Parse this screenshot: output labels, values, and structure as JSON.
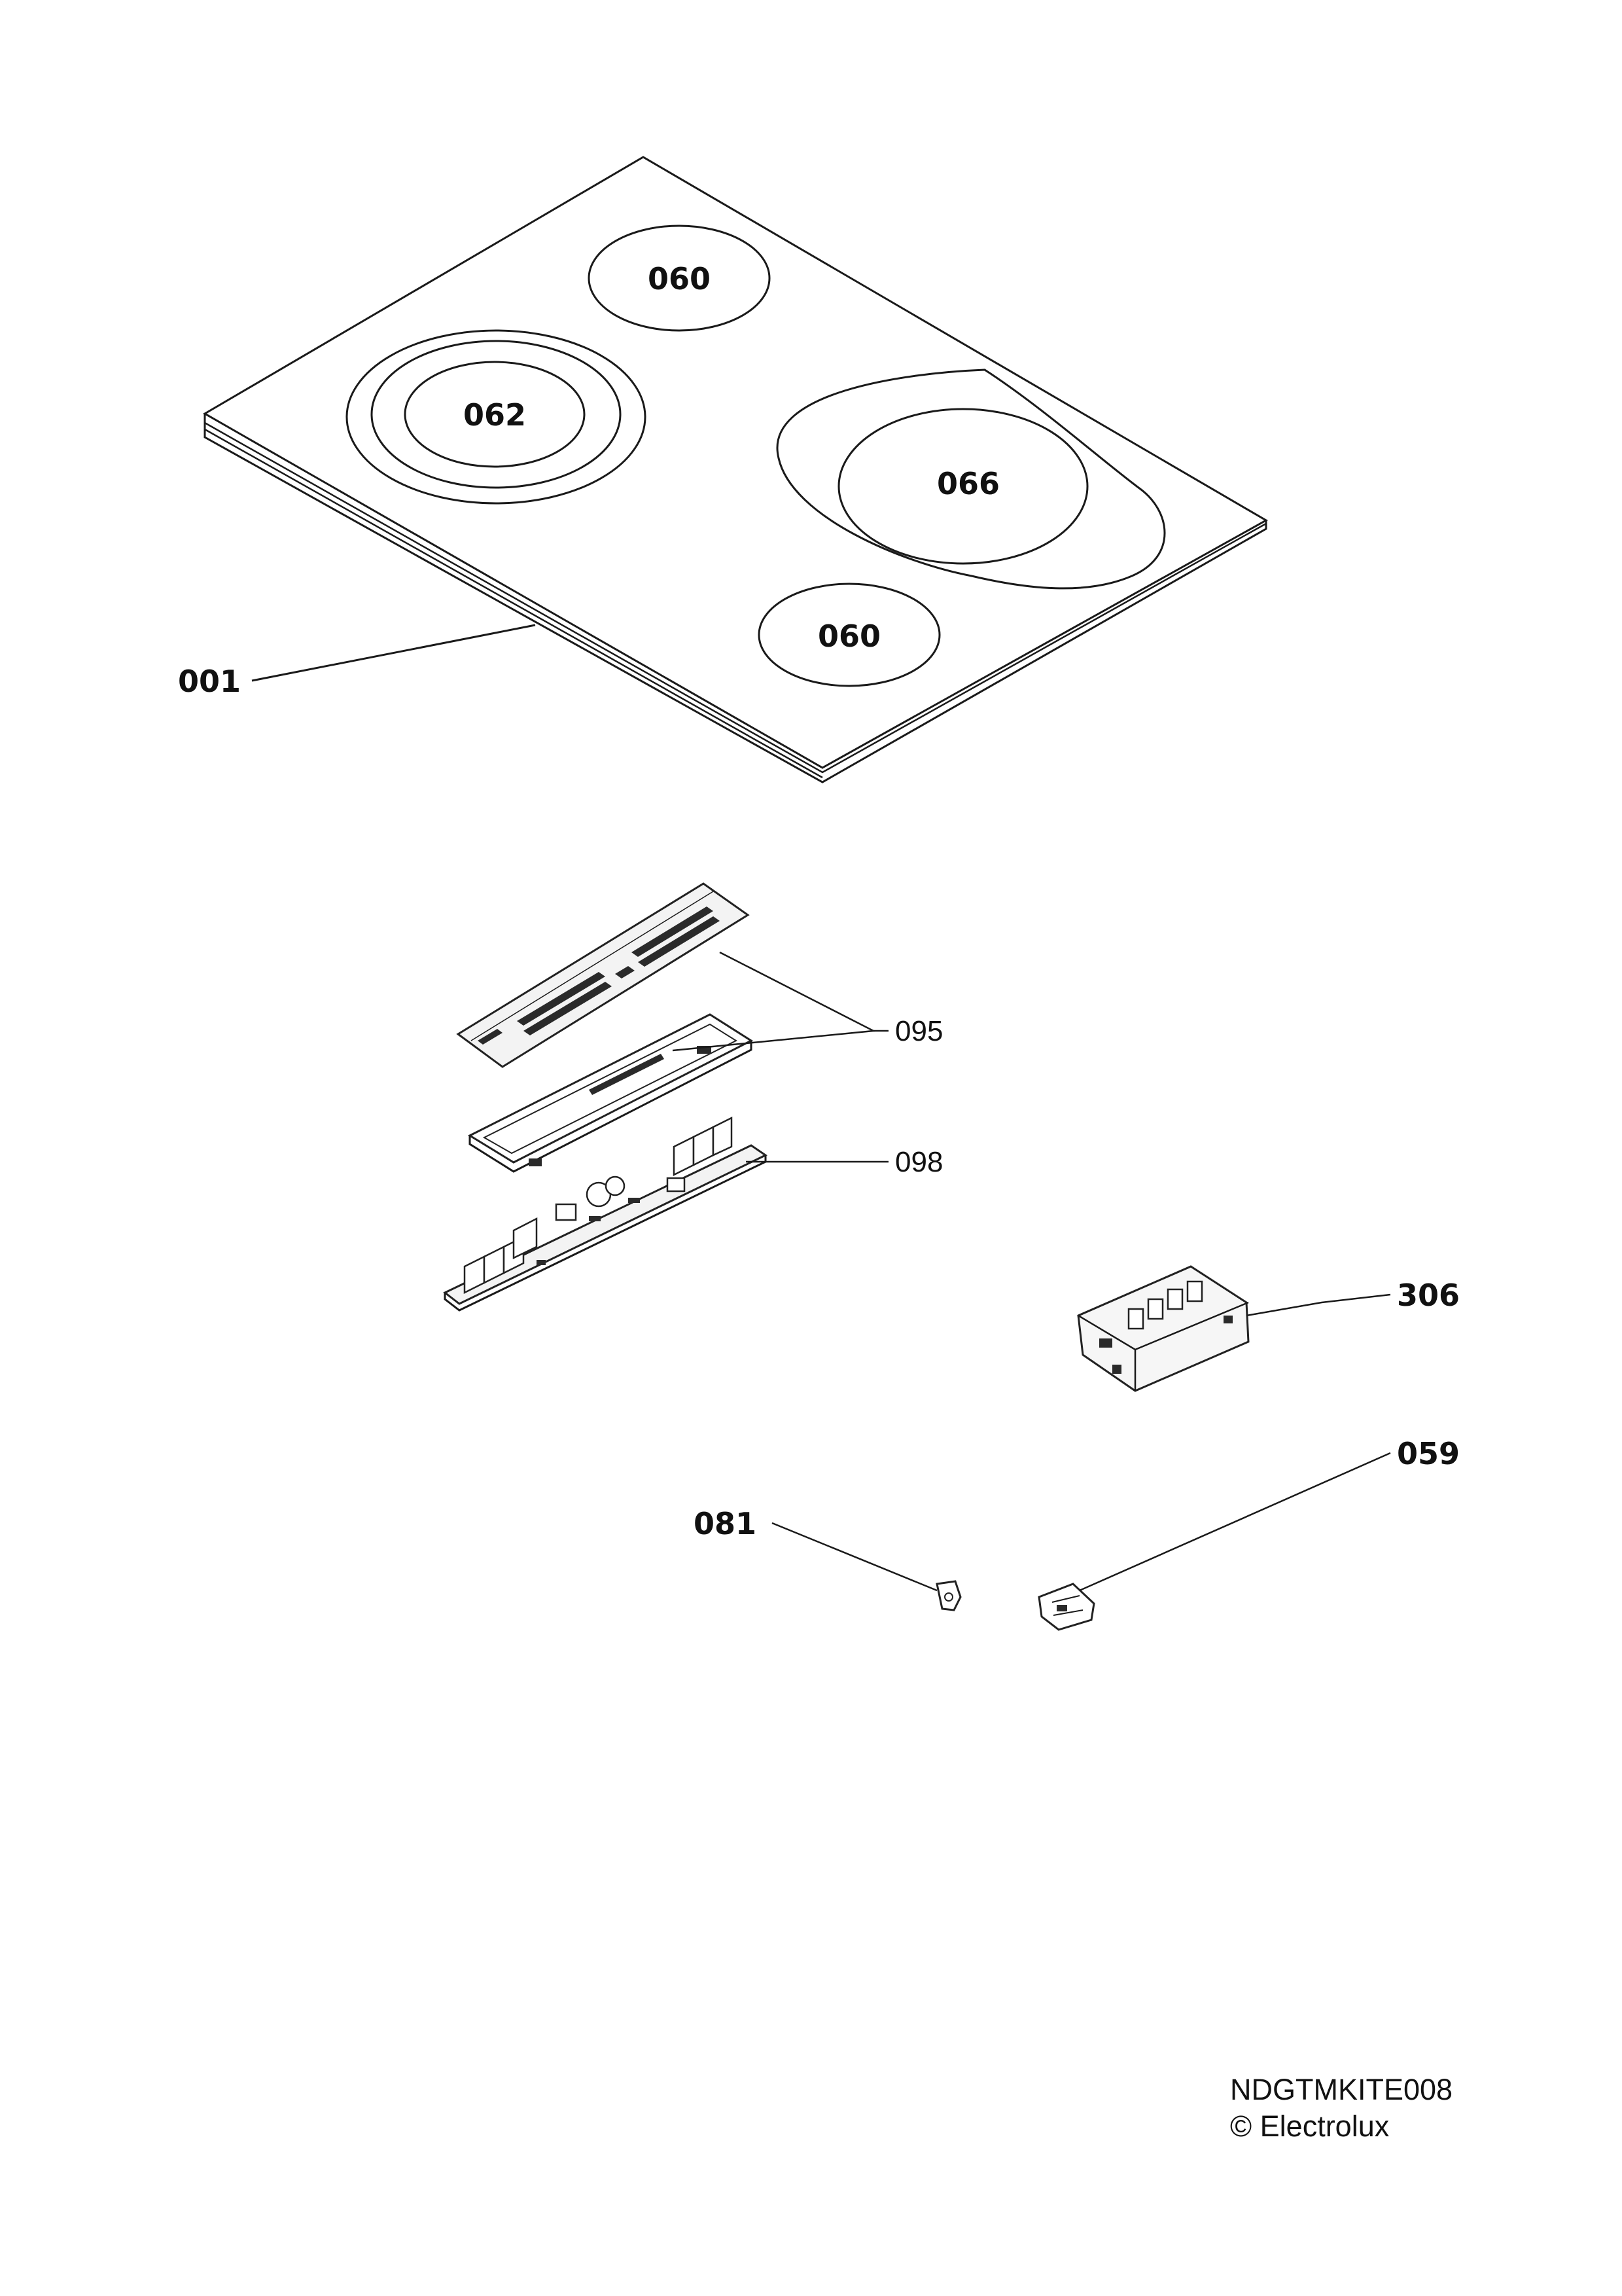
{
  "parts": {
    "hob_glass": "001",
    "zone_rear": "060",
    "zone_front": "060",
    "zone_double": "062",
    "zone_oval": "066",
    "touch_control": "095",
    "power_board": "098",
    "terminal_block": "306",
    "part_081": "081",
    "part_059": "059"
  },
  "footer": {
    "code": "NDGTMKITE008",
    "copyright": "© Electrolux"
  }
}
